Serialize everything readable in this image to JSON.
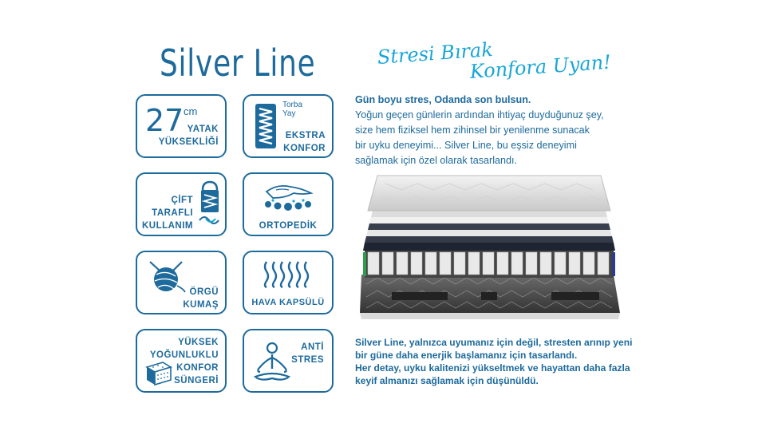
{
  "brand_title": "Silver Line",
  "slogan": {
    "line1": "Stresi Bırak",
    "line2": "Konfora Uyan!"
  },
  "intro": {
    "headline": "Gün boyu stres, Odanda son bulsun.",
    "lines": [
      "Yoğun geçen günlerin ardından ihtiyaç duyduğunuz şey,",
      "size hem fiziksel hem zihinsel bir yenilenme sunacak",
      "bir uyku deneyimi... Silver Line, bu eşsiz deneyimi",
      "sağlamak için özel olarak tasarlandı."
    ]
  },
  "outro": {
    "bold_lines": [
      "Silver Line, yalnızca uyumanız için değil, stresten arınıp yeni",
      "bir güne daha enerjik başlamanız için tasarlandı."
    ],
    "lines": [
      "Her detay, uyku kalitenizi yükseltmek ve hayattan daha fazla",
      "keyif almanızı sağlamak için düşünüldü."
    ]
  },
  "features": {
    "height": {
      "number": "27",
      "unit": "cm",
      "label1": "YATAK",
      "label2": "YÜKSEKLİĞİ",
      "icon": "ruler-icon"
    },
    "springs": {
      "small1": "Torba",
      "small2": "Yay",
      "label1": "EKSTRA",
      "label2": "KONFOR",
      "icon": "pocket-spring-icon"
    },
    "double_sided": {
      "label1": "ÇİFT",
      "label2": "TARAFLI",
      "label3": "KULLANIM",
      "icon": "flip-mattress-icon"
    },
    "orthopedic": {
      "label": "ORTOPEDİK",
      "icon": "hand-on-spheres-icon"
    },
    "knit": {
      "label1": "ÖRGÜ",
      "label2": "KUMAŞ",
      "icon": "yarn-ball-icon"
    },
    "air": {
      "label": "HAVA KAPSÜLÜ",
      "icon": "air-waves-icon"
    },
    "foam": {
      "label1": "YÜKSEK",
      "label2": "YOĞUNLUKLU",
      "label3": "KONFOR",
      "label4": "SÜNGERİ",
      "icon": "foam-block-icon"
    },
    "anti_stress": {
      "label1": "ANTİ",
      "label2": "STRES",
      "icon": "meditation-icon"
    }
  },
  "colors": {
    "brand_blue": "#1d6a9c",
    "slogan_cyan": "#19a6d6"
  }
}
